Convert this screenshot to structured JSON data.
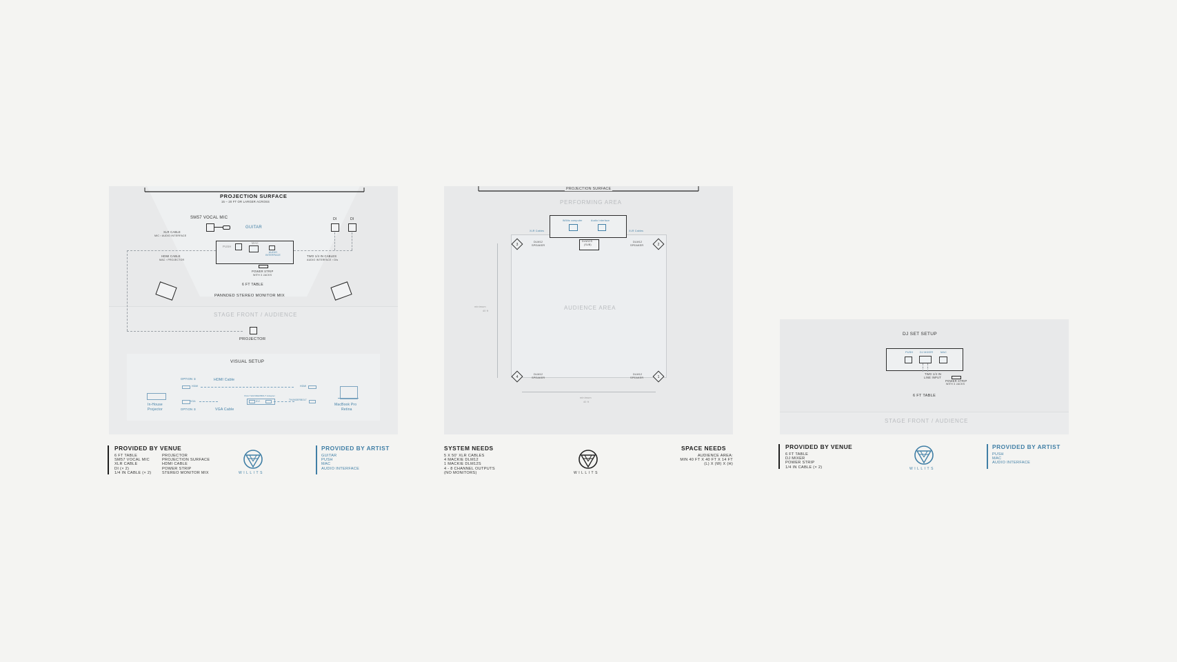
{
  "panel1": {
    "projection_surface": "PROJECTION SURFACE",
    "projection_size": "15 – 20 FT OR LARGER ACROSS",
    "vocal_mic": "SM57 VOCAL MIC",
    "guitar": "GUITAR",
    "di_left": "DI",
    "di_right": "DI",
    "xlr_cable": "XLR CABLE",
    "xlr_cable_sub": "MIC › AUDIO INTERFACE",
    "hdmi_cable": "HDMI CABLE",
    "hdmi_cable_sub": "MAC › PROJECTOR",
    "push": "PUSH",
    "mac": "MAC",
    "audio_interface": "AUDIO INTERFACE",
    "two_cables": "TWO 1/4 IN CABLES",
    "two_cables_sub": "AUDIO INTERFACE › DIs",
    "power_strip": "POWER STRIP",
    "power_strip_sub": "WITH 3 JACKS",
    "table": "6 FT TABLE",
    "monitor_mix": "PANNDED STEREO MONITOR MIX",
    "stage_front": "STAGE FRONT / AUDIENCE",
    "projector": "PROJECTOR",
    "visual_setup": "VISUAL SETUP",
    "option1": "OPTION ①",
    "option2": "OPTION ②",
    "hdmi_cable_blue": "HDMI Cable",
    "vga_cable_blue": "VGA Cable",
    "hdmi_l": "HDMI",
    "hdmi_r": "HDMI",
    "vga_l": "VGA",
    "dvi_l": "DVI",
    "thunderbolt": "THUNDERBOLT",
    "adapter_note": "VGA THUNDERBOLT Adapter",
    "in_house": "In-House",
    "projector_blue": "Projector",
    "macbook": "MacBook Pro",
    "retina": "Retina",
    "venue_heading": "PROVIDED BY VENUE",
    "venue_col1": [
      "6 FT TABLE",
      "SM57 VOCAL MIC",
      "XLR CABLE",
      "DI (× 2)",
      "1/4 IN CABLE (× 2)"
    ],
    "venue_col2": [
      "PROJECTOR",
      "PROJECTION SURFACE",
      "HDMI CABLE",
      "POWER STRIP",
      "STEREO MONITOR MIX"
    ],
    "logo": "WILLITS",
    "artist_heading": "PROVIDED BY ARTIST",
    "artist_items": [
      "GUITAR",
      "PUSH",
      "MAC",
      "AUDIO INTERFACE"
    ]
  },
  "panel2": {
    "projection_surface": "PROJECTION SURFACE",
    "performing_area": "PERFORMING AREA",
    "willits_computer": "Willits computer",
    "audio_interface": "Audio Interface",
    "xlr_left": "XLR Cables",
    "xlr_right": "XLR Cables",
    "sub": "DLM12S",
    "sub2": "(SUB)",
    "spk_label": "DLM12",
    "spk_label2": "SPEAKER",
    "spk_nums": [
      "3",
      "2",
      "4",
      "1"
    ],
    "audience_area": "AUDIENCE AREA",
    "min_side": "minimum",
    "min_side2": "40 ft",
    "min_bottom": "minimum",
    "min_bottom2": "40 ft",
    "system_heading": "SYSTEM NEEDS",
    "system_items": [
      "5 X 50' XLR CABLES",
      "4 MACKIE DLM12",
      "1 MACKIE DLM12S",
      "4 - 8 CHANNEL OUTPUTS",
      "(NO MONITORS)"
    ],
    "logo": "WILLITS",
    "space_heading": "SPACE NEEDS",
    "space_items": [
      "AUDIENCE AREA:",
      "MIN 40 FT X 40 FT X 14 FT",
      "(L) X (W) X (H)"
    ]
  },
  "panel3": {
    "dj_setup": "DJ SET SETUP",
    "push": "PUSH",
    "dj_mixer": "DJ MIXER",
    "mac": "MAC",
    "line_input": "TWO 1/4 IN",
    "line_input2": "LINE INPUT",
    "power_strip": "POWER STRIP",
    "power_strip_sub": "WITH 3 JACKS",
    "table": "6 FT TABLE",
    "stage_front": "STAGE FRONT / AUDIENCE",
    "venue_heading": "PROVIDED BY VENUE",
    "venue_items": [
      "6 FT TABLE",
      "DJ MIXER",
      "POWER STRIP",
      "1/4 IN CABLE (× 2)"
    ],
    "logo": "WILLITS",
    "artist_heading": "PROVIDED BY ARTIST",
    "artist_items": [
      "PUSH",
      "MAC",
      "AUDIO INTERFACE"
    ]
  }
}
